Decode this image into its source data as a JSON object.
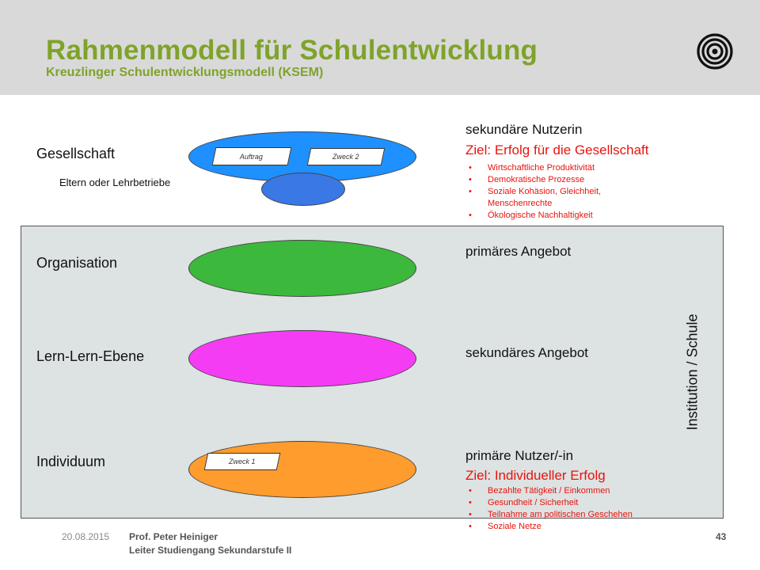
{
  "header": {
    "title": "Rahmenmodell für Schulentwicklung",
    "subtitle": "Kreuzlinger Schulentwicklungsmodell (KSEM)",
    "logo_icon": "concentric-circles-logo-icon"
  },
  "levels": {
    "gesellschaft": "Gesellschaft",
    "eltern": "Eltern oder Lehrbetriebe",
    "organisation": "Organisation",
    "lernlern": "Lern-Lern-Ebene",
    "individuum": "Individuum"
  },
  "tags": {
    "auftrag": "Auftrag",
    "zweck2": "Zweck 2",
    "zweck1": "Zweck 1"
  },
  "right": {
    "secondary_user": "sekundäre Nutzerin",
    "society_goal": "Ziel: Erfolg für die Gesellschaft",
    "society_bullets": [
      "Wirtschaftliche Produktivität",
      "Demokratische Prozesse",
      "Soziale Kohäsion, Gleichheit,",
      "Menschenrechte",
      "Ökologische Nachhaltigkeit"
    ],
    "primary_offer": "primäres Angebot",
    "secondary_offer": "sekundäres Angebot",
    "primary_user": "primäre Nutzer/-in",
    "individual_goal": "Ziel: Individueller Erfolg",
    "individual_bullets": [
      "Bezahlte Tätigkeit / Einkommen",
      "Gesundheit / Sicherheit",
      "Teilnahme  am politischen Geschehen",
      "Soziale Netze"
    ]
  },
  "institution_label": "Institution / Schule",
  "footer": {
    "date": "20.08.2015",
    "name": "Prof. Peter Heiniger",
    "role": "Leiter Studiengang Sekundarstufe II",
    "page": "43"
  },
  "colors": {
    "title_green": "#7fa32a",
    "society_blue": "#1e90ff",
    "parents_blue": "#3a78e6",
    "organisation_green": "#3cb83c",
    "lernlern_magenta": "#f53cf5",
    "individuum_orange": "#ff9c2e",
    "goal_red": "#e8140c",
    "institution_bg": "#dde2e3"
  }
}
